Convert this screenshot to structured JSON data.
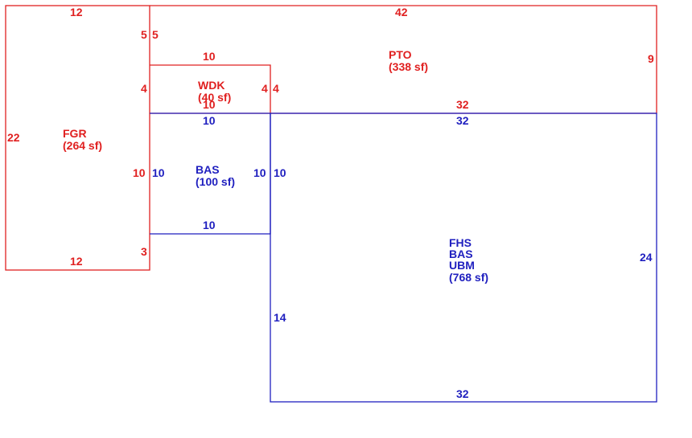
{
  "colors": {
    "red": "#e02020",
    "blue": "#1f1fbf"
  },
  "areas": {
    "fgr": {
      "code": "FGR",
      "area": "(264 sf)"
    },
    "pto": {
      "code": "PTO",
      "area": "(338 sf)"
    },
    "wdk": {
      "code": "WDK",
      "area": "(40 sf)"
    },
    "bas_small": {
      "code": "BAS",
      "area": "(100 sf)"
    },
    "main": {
      "code1": "FHS",
      "code2": "BAS",
      "code3": "UBM",
      "area": "(768 sf)"
    }
  },
  "dims": {
    "fgr_top": "12",
    "fgr_bottom": "12",
    "fgr_left": "22",
    "fgr_right_top": "5",
    "fgr_right_mid": "4",
    "fgr_right_lower": "10",
    "fgr_right_bottom": "3",
    "pto_top": "42",
    "pto_right": "9",
    "pto_left": "5",
    "pto_bottom": "32",
    "wdk_top": "10",
    "wdk_bottom": "10",
    "wdk_right": "4",
    "wdk_right_outer": "4",
    "bas_top": "10",
    "bas_bottom": "10",
    "bas_left": "10",
    "bas_right": "10",
    "bas_right_outer": "10",
    "main_top": "32",
    "main_bottom": "32",
    "main_right": "24",
    "main_left": "14"
  }
}
